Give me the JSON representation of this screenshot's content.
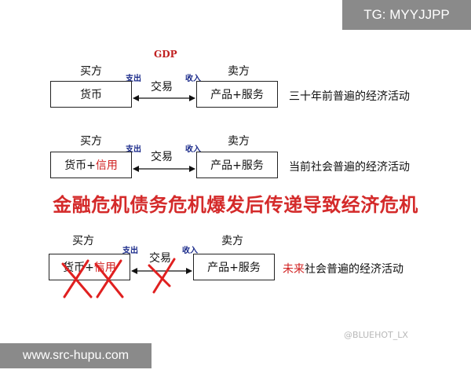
{
  "watermark_top": "TG: MYYJJPP",
  "watermark_bottom": "www.src-hupu.com",
  "watermark_weibo": "@BLUEHOT_LX",
  "gdp": "GDP",
  "headline": "金融危机债务危机爆发后传递导致经济危机",
  "rows": [
    {
      "buyer": "买方",
      "seller": "卖方",
      "left_box": "货币",
      "left_box_red": "",
      "right_box": "产品+服务",
      "exchange": "交易",
      "out": "支出",
      "in": "收入",
      "desc_red": "",
      "desc": "三十年前普遍的经济活动"
    },
    {
      "buyer": "买方",
      "seller": "卖方",
      "left_box": "货币+",
      "left_box_red": "信用",
      "right_box": "产品+服务",
      "exchange": "交易",
      "out": "支出",
      "in": "收入",
      "desc_red": "",
      "desc": "当前社会普遍的经济活动"
    },
    {
      "buyer": "买方",
      "seller": "卖方",
      "left_box": "货币+",
      "left_box_red": "信用",
      "right_box": "产品+服务",
      "exchange": "交易",
      "out": "支出",
      "in": "收入",
      "desc_red": "未来",
      "desc": "社会普遍的经济活动"
    }
  ],
  "colors": {
    "headline": "#d42a2a",
    "cross": "#e02020",
    "label_blue": "#1a2a8a"
  }
}
